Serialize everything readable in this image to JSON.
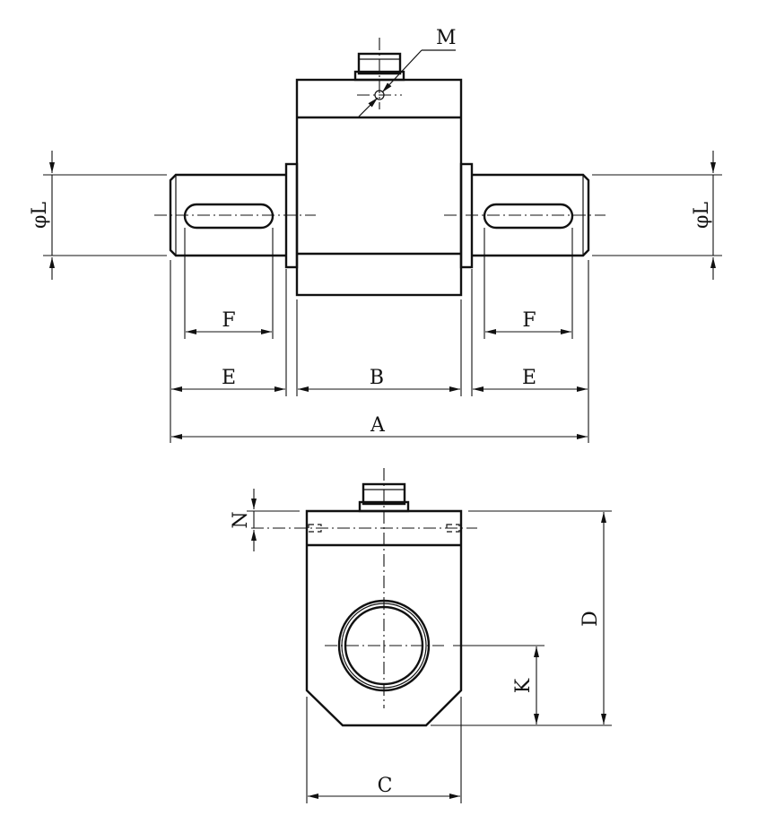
{
  "labels": {
    "A": "A",
    "B": "B",
    "C": "C",
    "D": "D",
    "E_left": "E",
    "E_right": "E",
    "F_left": "F",
    "F_right": "F",
    "K": "K",
    "L_left": "φL",
    "L_right": "φL",
    "M": "M",
    "N": "N"
  }
}
